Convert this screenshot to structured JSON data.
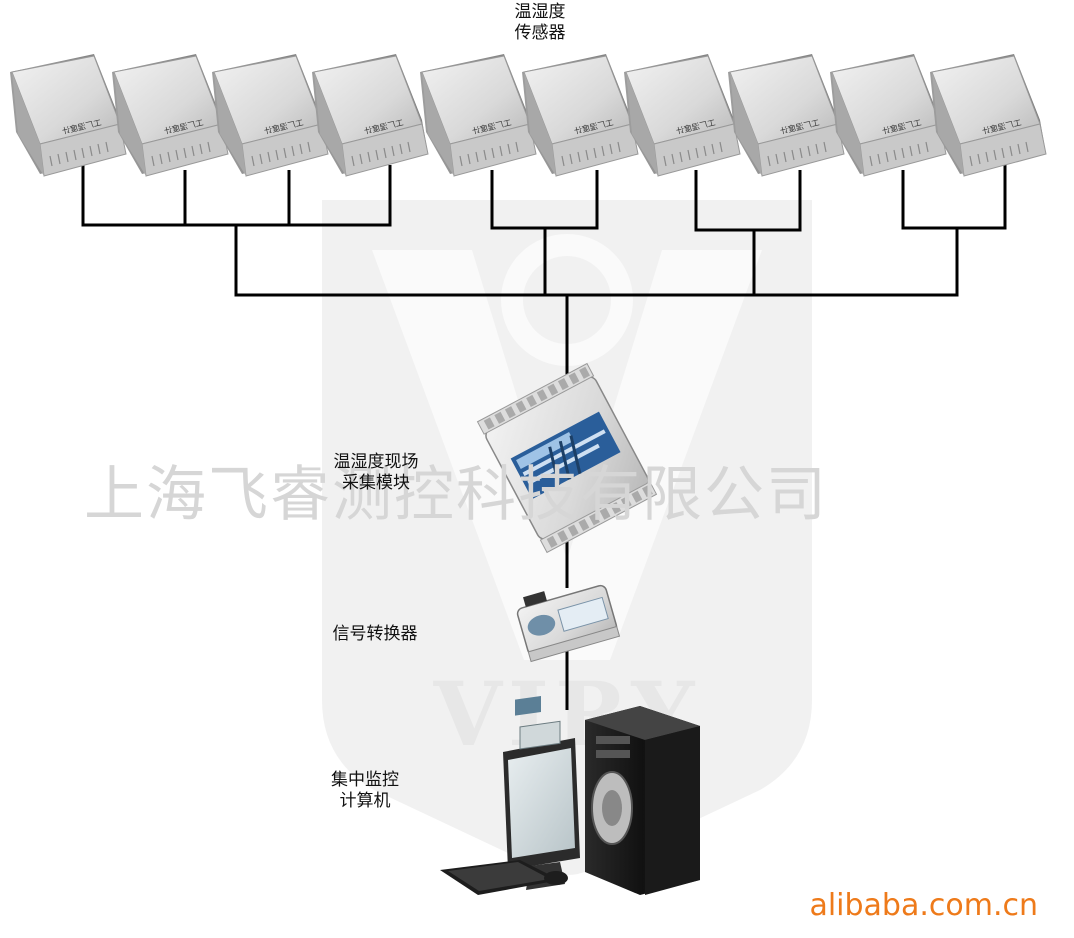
{
  "labels": {
    "sensors": [
      "温湿度",
      "传感器"
    ],
    "module": [
      "温湿度现场",
      "采集模块"
    ],
    "converter": "信号转换器",
    "computer": [
      "集中监控",
      "计算机"
    ]
  },
  "sensor_caption": "工厂湿度计",
  "sensor_count": 10,
  "watermark": {
    "company": "上海飞睿测控科技有限公司",
    "logo_text": "VIRY"
  },
  "footer_brand": "alibaba.com.cn",
  "colors": {
    "wire": "#000000",
    "brand_orange": "#ee7a1a",
    "watermark_gray": "#d6d6d6"
  }
}
